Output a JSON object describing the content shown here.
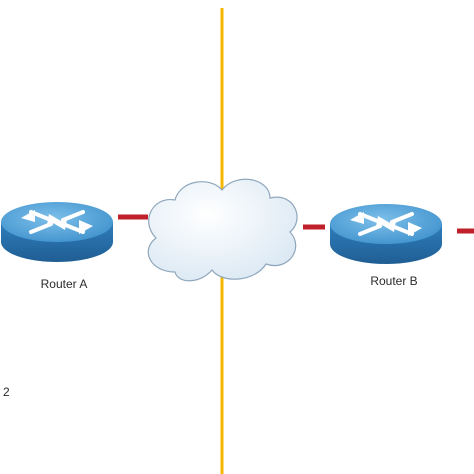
{
  "diagram": {
    "routers": [
      {
        "label": "Router A"
      },
      {
        "label": "Router B"
      }
    ],
    "edge_text": "2",
    "colors": {
      "divider_line": "#F5B700",
      "link": "#C0202A",
      "router_top": "#4C9FD6",
      "router_side": "#2A6FA8",
      "router_arrows": "#FFFFFF",
      "cloud_fill": "#E7F0F8",
      "cloud_stroke": "#8FA7BC"
    },
    "icons": [
      "router-icon",
      "cloud-icon"
    ]
  }
}
